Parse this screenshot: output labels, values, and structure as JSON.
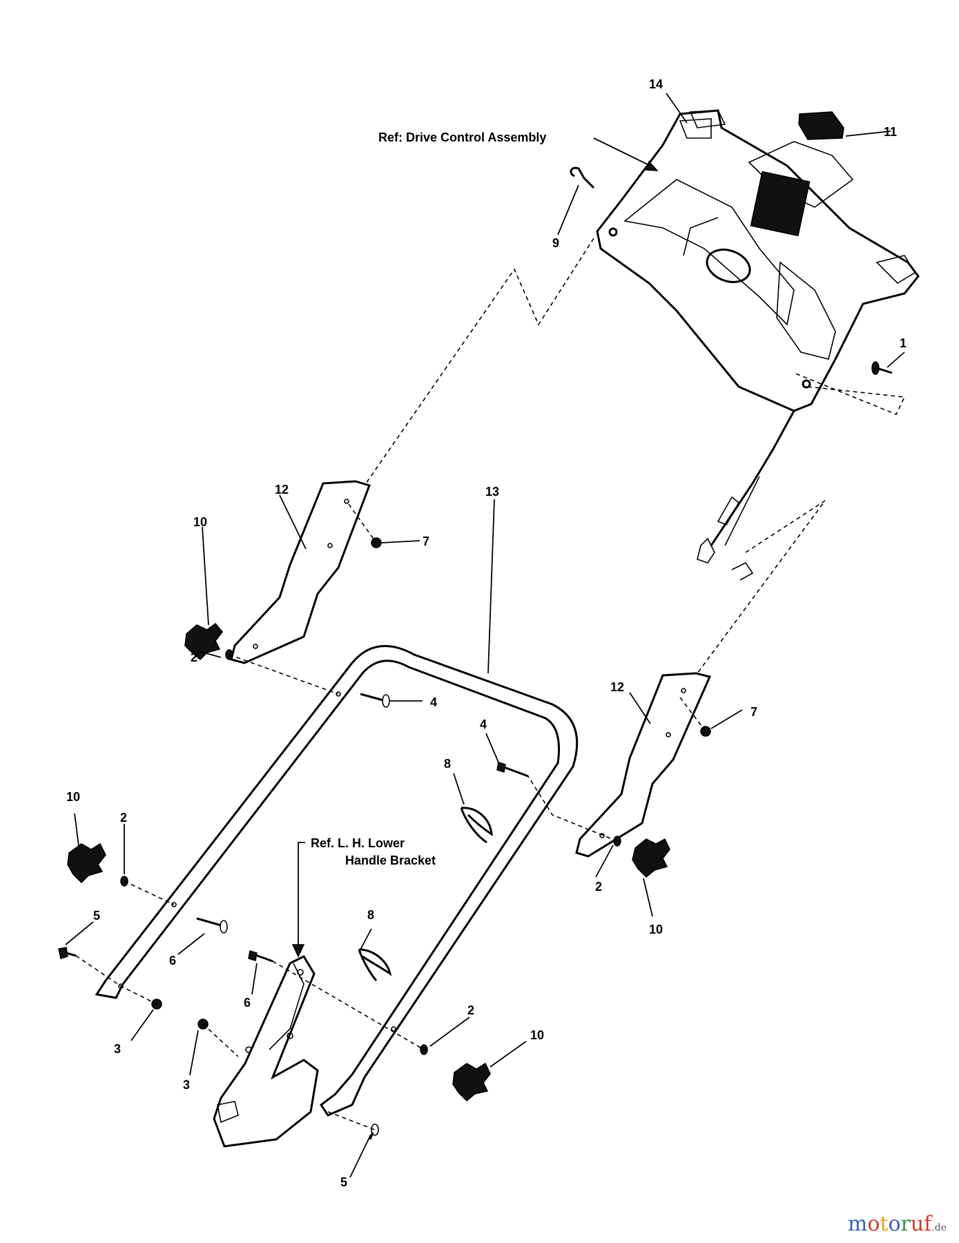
{
  "refs": {
    "drive_control": "Ref: Drive Control Assembly",
    "lower_bracket_line1": "Ref. L. H. Lower",
    "lower_bracket_line2": "Handle Bracket"
  },
  "labels": {
    "l1": "1",
    "l2a": "2",
    "l2b": "2",
    "l2c": "2",
    "l2d": "2",
    "l3a": "3",
    "l3b": "3",
    "l4a": "4",
    "l4b": "4",
    "l5a": "5",
    "l5b": "5",
    "l6a": "6",
    "l6b": "6",
    "l7a": "7",
    "l7b": "7",
    "l8a": "8",
    "l8b": "8",
    "l9": "9",
    "l10a": "10",
    "l10b": "10",
    "l10c": "10",
    "l10d": "10",
    "l11": "11",
    "l12a": "12",
    "l12b": "12",
    "l13": "13",
    "l14": "14"
  },
  "watermark": {
    "letters": [
      "m",
      "o",
      "t",
      "o",
      "r",
      "uf"
    ],
    "suffix": ".de"
  }
}
